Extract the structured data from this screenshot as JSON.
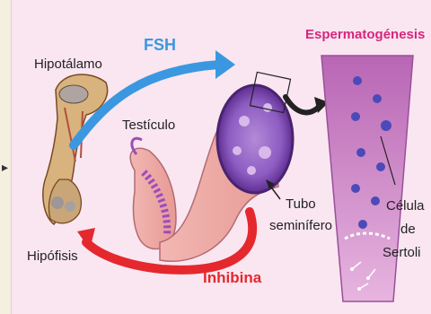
{
  "labels": {
    "hipotalamo": "Hipotálamo",
    "fsh": "FSH",
    "testiculo": "Testículo",
    "espermatogenesis": "Espermatogénesis",
    "tubo_line1": "Tubo",
    "tubo_line2": "seminífero",
    "celula_line1": "Célula",
    "celula_line2": "de",
    "celula_line3": "Sertoli",
    "hipofisis": "Hipófisis",
    "inhibina": "Inhibina"
  },
  "colors": {
    "background": "#f9e6f1",
    "fsh_arrow": "#3b98e0",
    "inhibina_arrow": "#e5282d",
    "espermatogenesis_title": "#d8267c",
    "tubule_fill": "#7b3fa8",
    "sperm_panel": "#cf86c6"
  },
  "icons": {
    "edge_arrow": "arrow-right-icon"
  }
}
